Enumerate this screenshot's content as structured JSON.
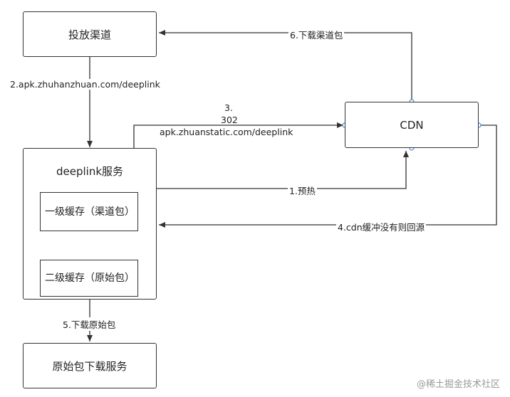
{
  "nodes": {
    "channel": "投放渠道",
    "cdn": "CDN",
    "deeplink_service": "deeplink服务",
    "l1_cache": "一级缓存（渠道包）",
    "l2_cache": "二级缓存（原始包）",
    "origin_service": "原始包下载服务"
  },
  "edges": {
    "e1": "1.预热",
    "e2": "2.apk.zhuhanzhuan.com/deeplink",
    "e3_line1": "3.",
    "e3_line2": "302",
    "e3_line3": "apk.zhuanstatic.com/deeplink",
    "e4": "4.cdn缓冲没有则回源",
    "e5": "5.下载原始包",
    "e6": "6.下载渠道包"
  },
  "watermark": "@稀土掘金技术社区",
  "colors": {
    "line": "#333333",
    "port_stroke": "#4a8ecf"
  }
}
